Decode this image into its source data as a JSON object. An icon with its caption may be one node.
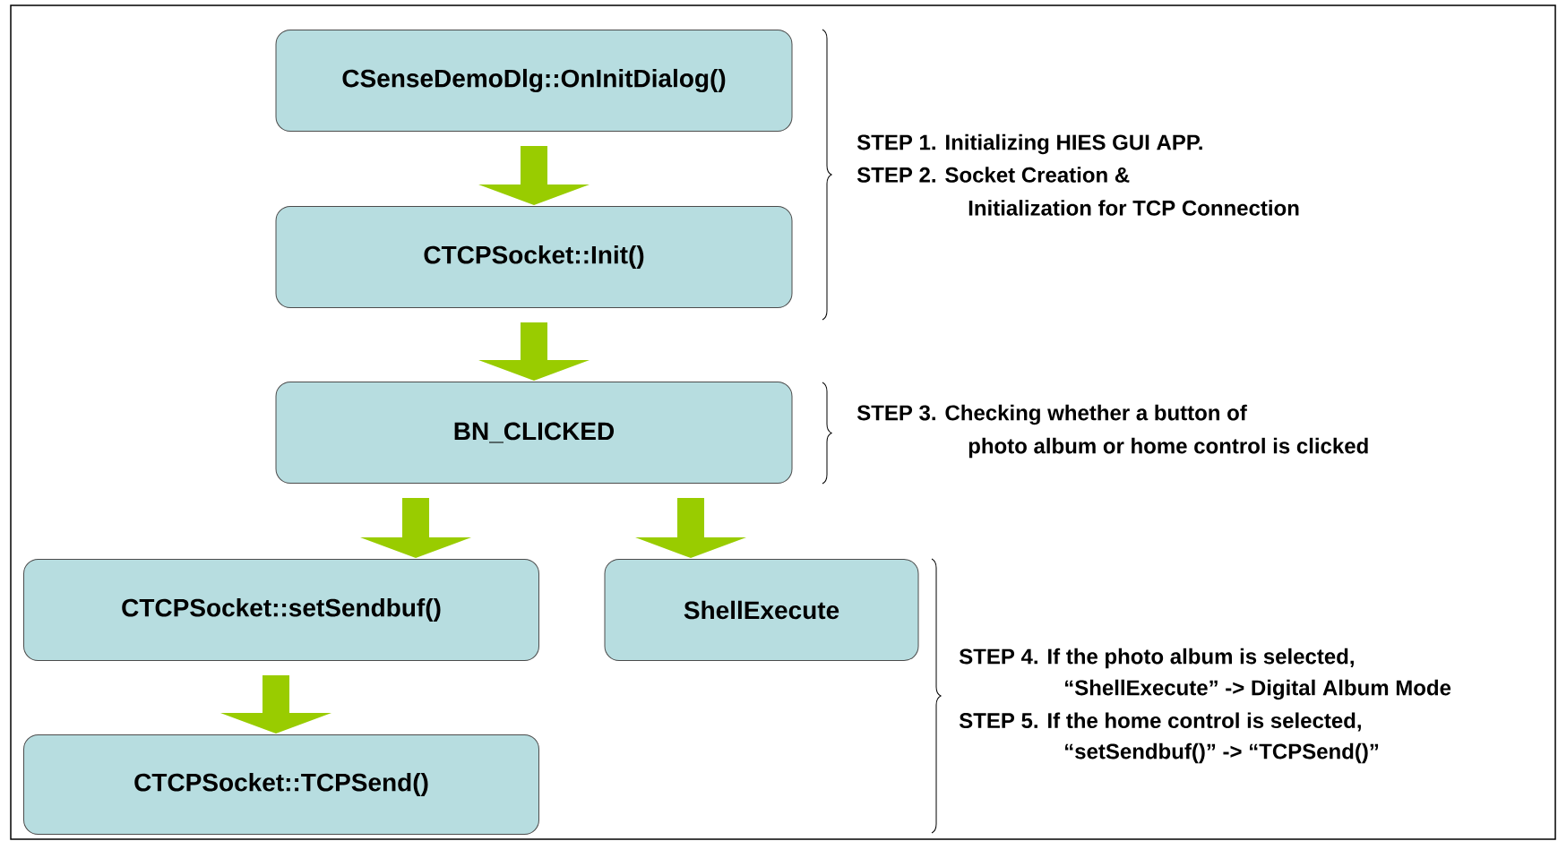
{
  "diagram": {
    "nodes": [
      {
        "text": [
          "CSenseDemoDlg::OnInitDialog()"
        ]
      },
      {
        "text": [
          "CTCPSocket::Init()"
        ]
      },
      {
        "text": [
          "BN_CLICKED"
        ]
      },
      {
        "text": [
          "CTCPSocket::setSendbuf()"
        ]
      },
      {
        "text": [
          "ShellExecute"
        ]
      },
      {
        "text": [
          "CTCPSocket::TCPSend()"
        ]
      }
    ],
    "edges": [
      {
        "from": 0,
        "to": 1,
        "arrow": "to"
      },
      {
        "from": 1,
        "to": 2,
        "arrow": "to"
      },
      {
        "from": 2,
        "to": 3,
        "arrow": "to"
      },
      {
        "from": 2,
        "to": 4,
        "arrow": "to"
      },
      {
        "from": 3,
        "to": 5,
        "arrow": "to"
      }
    ],
    "labels": [
      "STEP 1. Initializing HIES GUI APP.",
      "STEP 2. Socket Creation &",
      "Initialization for TCP Connection",
      "STEP 3. Checking whether a button of",
      "photo album or home control is clicked",
      "STEP 4. If the photo album is selected,",
      "“ShellExecute” -> Digital Album Mode",
      "STEP 5. If the home control is selected,",
      "“setSendbuf()” -> “TCPSend()”"
    ]
  }
}
